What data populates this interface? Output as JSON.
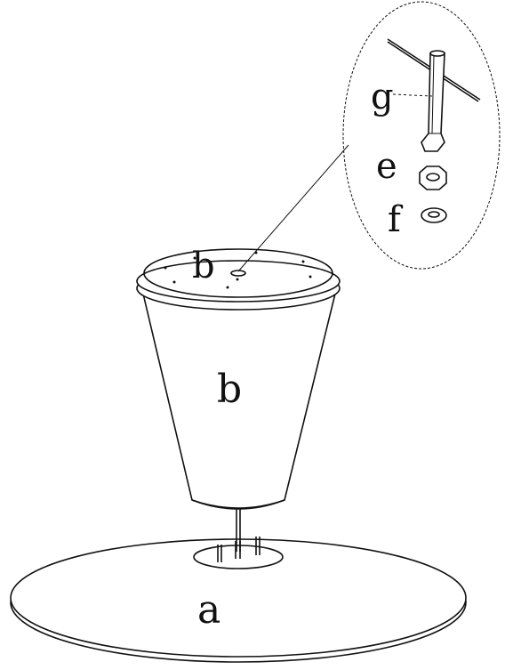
{
  "labels": {
    "a": "a",
    "b_top": "b",
    "b_body": "b",
    "e": "e",
    "f": "f",
    "g": "g"
  }
}
